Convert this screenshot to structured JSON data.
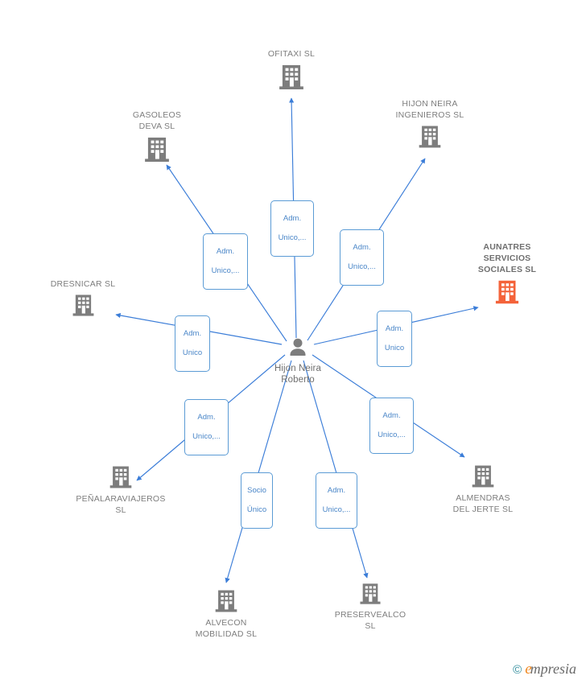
{
  "diagram": {
    "type": "radial-relationship-graph",
    "center_label": "Hijon Neira\nRoberto",
    "center_icon": "person-icon",
    "accent_color": "#f4633a",
    "edge_color": "#3b7dd8",
    "node_color": "#7d7d7d",
    "chip_border_color": "#5b9bd5",
    "chip_text_color": "#4a86c8"
  },
  "center": {
    "name": "Hijon Neira\nRoberto",
    "icon": "person-icon"
  },
  "nodes": [
    {
      "id": "ofitaxi",
      "name": "OFITAXI  SL",
      "icon": "building-icon",
      "highlight": false
    },
    {
      "id": "gasoleos",
      "name": "GASOLEOS\nDEVA  SL",
      "icon": "building-icon",
      "highlight": false
    },
    {
      "id": "hijon",
      "name": "HIJON NEIRA\nINGENIEROS  SL",
      "icon": "building-icon",
      "highlight": false
    },
    {
      "id": "aunatres",
      "name": "AUNATRES\nSERVICIOS\nSOCIALES  SL",
      "icon": "building-icon",
      "highlight": true
    },
    {
      "id": "dresnicar",
      "name": "DRESNICAR  SL",
      "icon": "building-icon",
      "highlight": false
    },
    {
      "id": "penalara",
      "name": "PEÑALARAVIAJEROS\nSL",
      "icon": "building-icon",
      "highlight": false
    },
    {
      "id": "alvecon",
      "name": "ALVECON\nMOBILIDAD  SL",
      "icon": "building-icon",
      "highlight": false
    },
    {
      "id": "preserve",
      "name": "PRESERVEALCO\nSL",
      "icon": "building-icon",
      "highlight": false
    },
    {
      "id": "almendras",
      "name": "ALMENDRAS\nDEL JERTE  SL",
      "icon": "building-icon",
      "highlight": false
    }
  ],
  "edges": [
    {
      "id": "e-ofitaxi",
      "target": "ofitaxi",
      "line1": "Adm.",
      "line2": "Unico,..."
    },
    {
      "id": "e-gasoleos",
      "target": "gasoleos",
      "line1": "Adm.",
      "line2": "Unico,..."
    },
    {
      "id": "e-hijon",
      "target": "hijon",
      "line1": "Adm.",
      "line2": "Unico,..."
    },
    {
      "id": "e-dresnicar",
      "target": "dresnicar",
      "line1": "Adm.",
      "line2": "Unico"
    },
    {
      "id": "e-aunatres",
      "target": "aunatres",
      "line1": "Adm.",
      "line2": "Unico"
    },
    {
      "id": "e-penalara",
      "target": "penalara",
      "line1": "Adm.",
      "line2": "Unico,..."
    },
    {
      "id": "e-almendras",
      "target": "almendras",
      "line1": "Adm.",
      "line2": "Unico,..."
    },
    {
      "id": "e-alvecon",
      "target": "alvecon",
      "line1": "Socio",
      "line2": "Único"
    },
    {
      "id": "e-preserve",
      "target": "preserve",
      "line1": "Adm.",
      "line2": "Unico,..."
    }
  ],
  "watermark": {
    "copyright": "©",
    "brand_initial": "e",
    "brand_rest": "mpresia"
  }
}
